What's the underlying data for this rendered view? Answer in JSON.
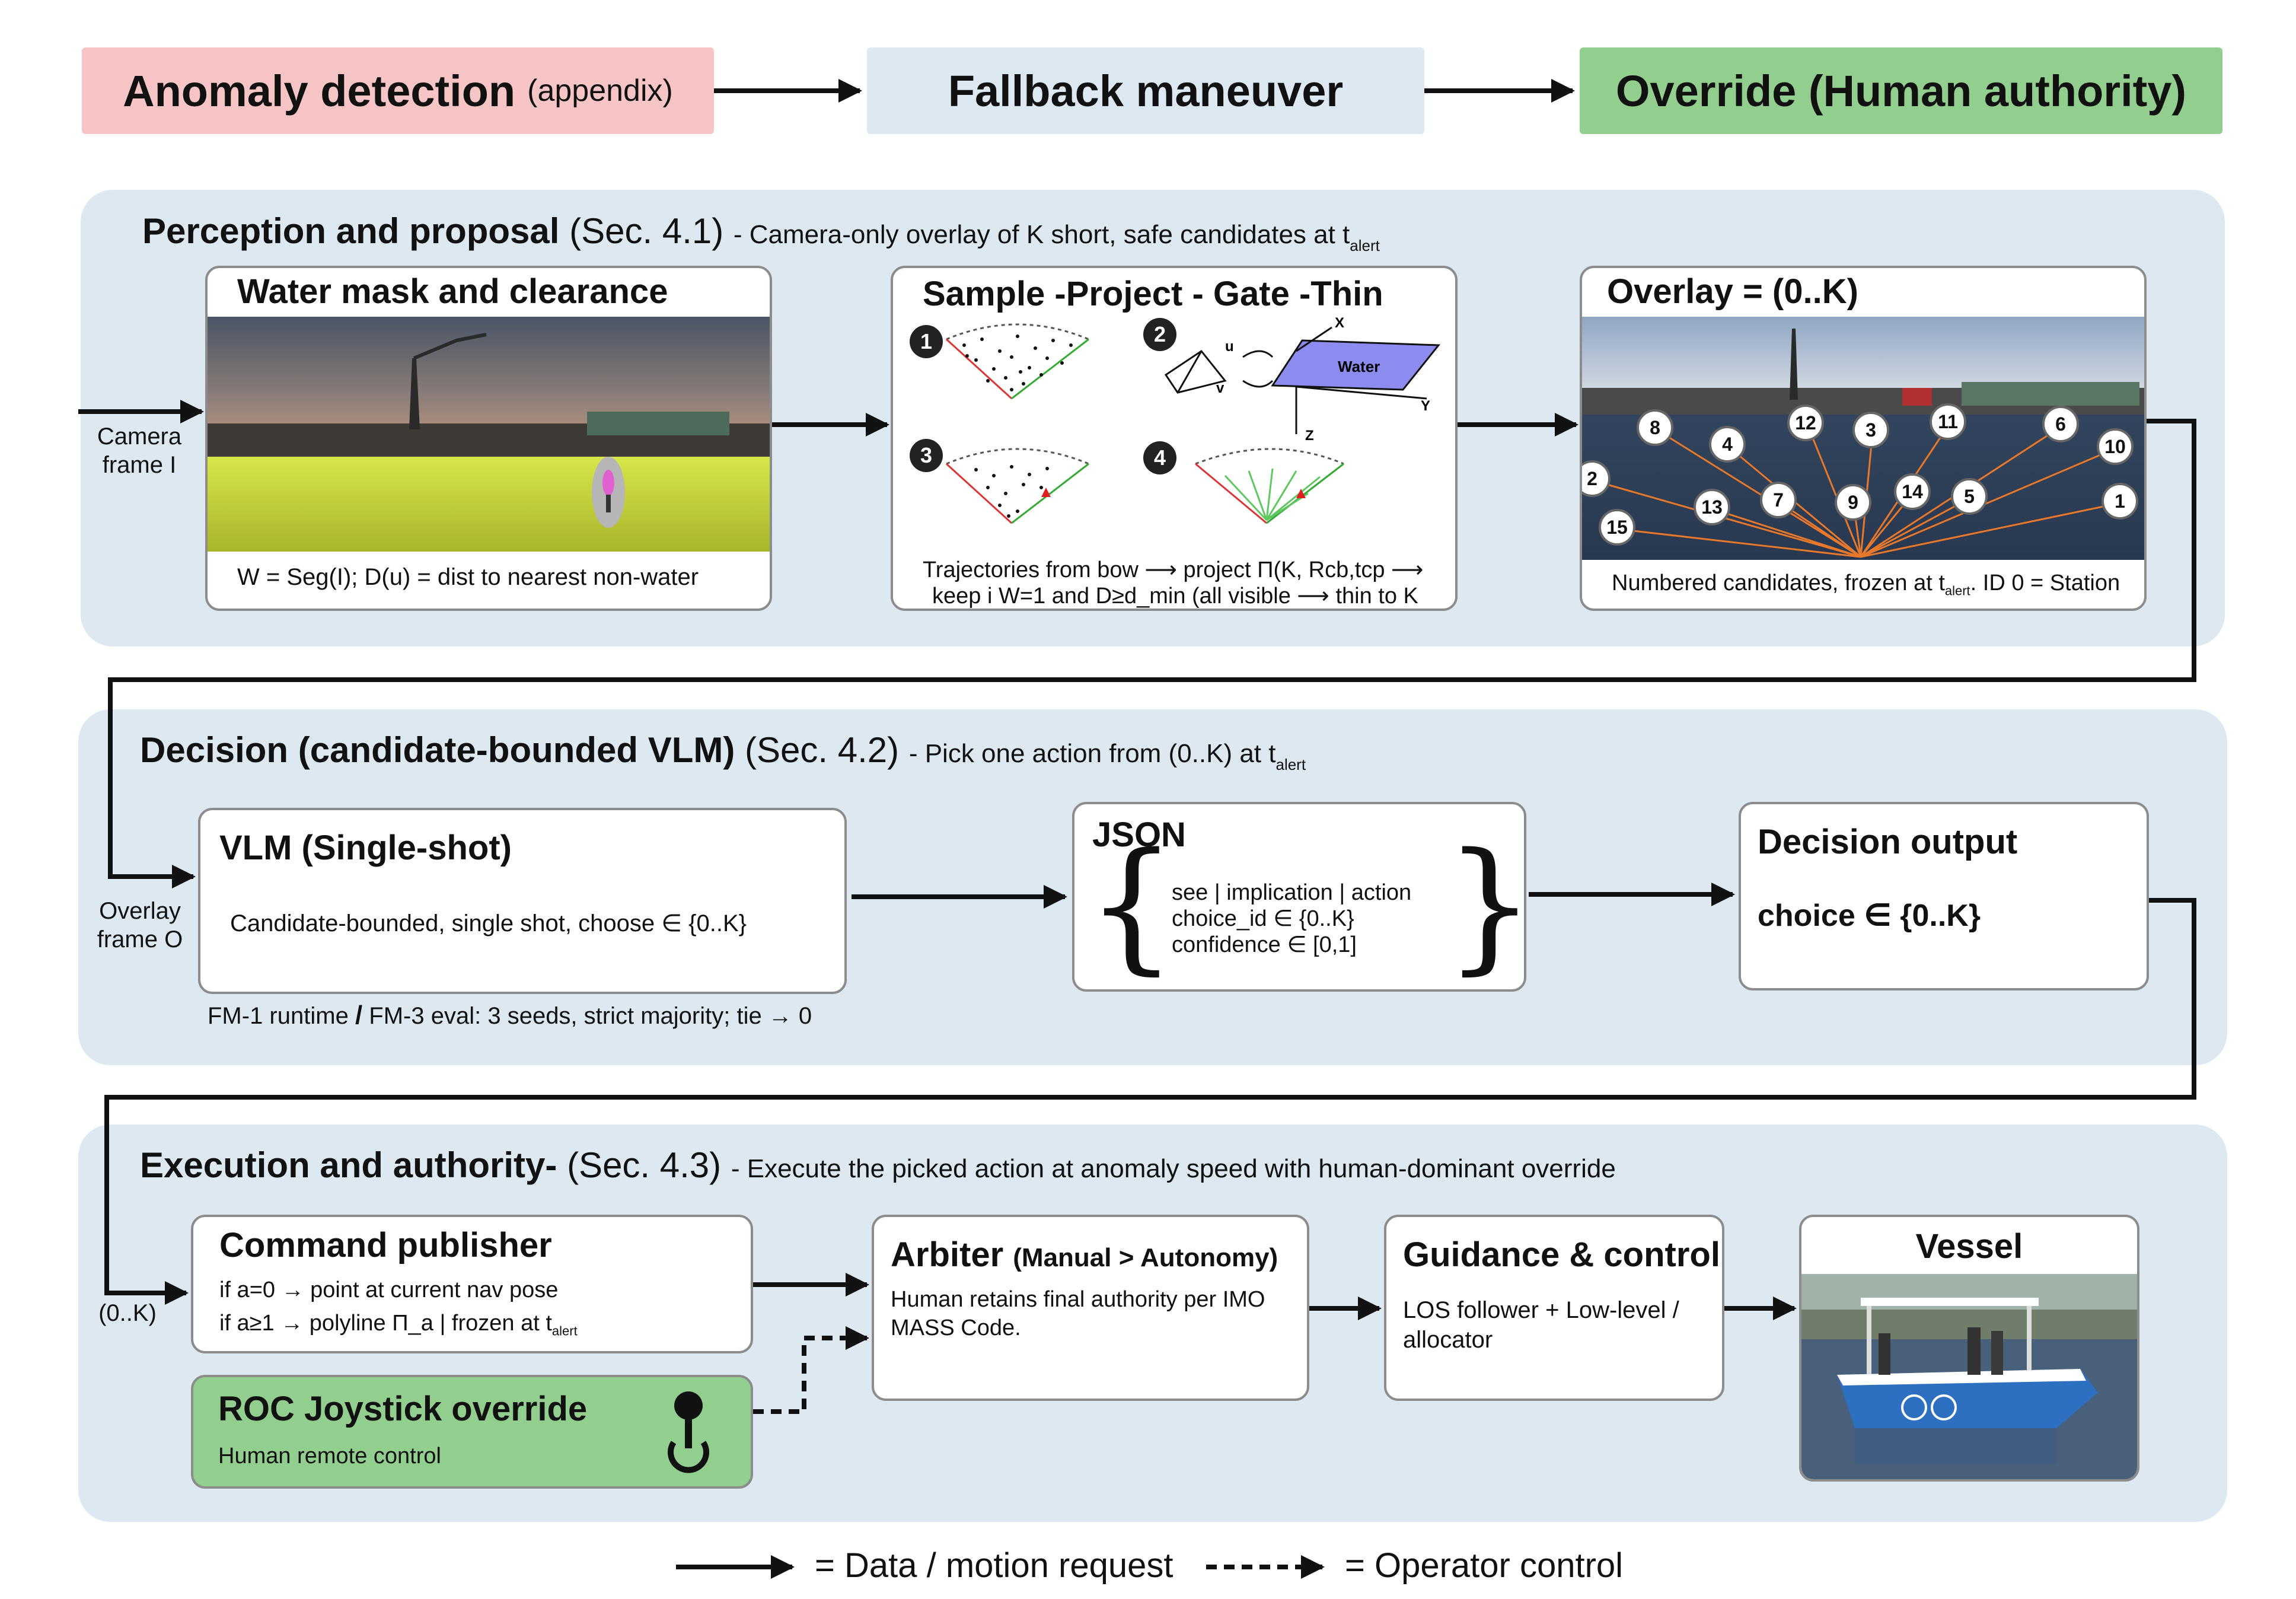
{
  "pipeline": {
    "anomaly": {
      "label": "Anomaly detection",
      "note": "(appendix)"
    },
    "fallback": {
      "label": "Fallback maneuver"
    },
    "override": {
      "label": "Override (Human authority)"
    }
  },
  "perception": {
    "title": "Perception and proposal",
    "sec": "(Sec. 4.1)",
    "desc": "- Camera-only overlay of K short, safe candidates at t",
    "desc_sub": "alert",
    "input_label_1": "Camera",
    "input_label_2": "frame I",
    "water": {
      "title": "Water mask and clearance",
      "caption": "W = Seg(I); D(u) = dist to nearest non-water"
    },
    "sample": {
      "title": "Sample -Project - Gate -Thin",
      "steps": [
        "1",
        "2",
        "3",
        "4"
      ],
      "water_label": "Water",
      "axis_u": "u",
      "axis_v": "v",
      "axis_x": "X",
      "axis_y": "Y",
      "axis_z": "Z",
      "caption_1": "Trajectories from bow ⟶ project Π(K, Rcb,tcp ⟶",
      "caption_2": "keep i W=1 and D≥d_min (all visible ⟶ thin to K"
    },
    "overlay": {
      "title": "Overlay = (0..K)",
      "candidates": [
        "8",
        "4",
        "12",
        "3",
        "11",
        "6",
        "10",
        "2",
        "13",
        "7",
        "9",
        "14",
        "5",
        "1",
        "15"
      ],
      "caption_pre": "Numbered candidates, frozen at t",
      "caption_sub": "alert",
      "caption_post": ". ID 0 = Station"
    }
  },
  "decision": {
    "title": "Decision (candidate-bounded VLM)",
    "sec": "(Sec. 4.2)",
    "desc": "- Pick one action from (0..K) at t",
    "desc_sub": "alert",
    "input_label_1": "Overlay",
    "input_label_2": "frame O",
    "vlm": {
      "title": "VLM (Single-shot)",
      "text": "Candidate-bounded, single shot, choose ∈ {0..K}"
    },
    "runtime_note_1": "FM-1 runtime",
    "runtime_sep": "/",
    "runtime_note_2": "FM-3 eval: 3 seeds, strict majority; tie → 0",
    "json": {
      "title": "JSON",
      "open_brace": "{",
      "close_brace": "}",
      "line1": "see | implication | action",
      "line2": "choice_id ∈ {0..K}",
      "line3": "confidence ∈ [0,1]"
    },
    "output": {
      "title": "Decision output",
      "text": "choice ∈ {0..K}"
    }
  },
  "execution": {
    "title": "Execution and authority-",
    "sec": "(Sec. 4.3)",
    "desc": "- Execute the picked action at anomaly speed with human-dominant override",
    "input_label": "(0..K)",
    "publisher": {
      "title": "Command publisher",
      "line1": "if a=0 → point at current nav pose",
      "line2_pre": "if a≥1 → polyline Π_a | frozen at t",
      "line2_sub": "alert"
    },
    "roc": {
      "title": "ROC Joystick override",
      "text": "Human remote control"
    },
    "arbiter": {
      "title": "Arbiter",
      "title_note": "(Manual > Autonomy)",
      "text": "Human retains final authority per IMO MASS Code."
    },
    "guidance": {
      "title": "Guidance & control",
      "text": "LOS follower + Low-level / allocator"
    },
    "vessel": {
      "title": "Vessel"
    }
  },
  "legend": {
    "data": "= Data / motion request",
    "operator": "= Operator control"
  },
  "colors": {
    "anomaly_bg": "#f7c5c5",
    "fallback_bg": "#dce8f2",
    "override_bg": "#92cf8e",
    "panel_bg": "#dde8f1",
    "roc_bg": "#92cf8e",
    "water_mask": "#c8d93a",
    "overlay_lines": "#e8782a"
  }
}
